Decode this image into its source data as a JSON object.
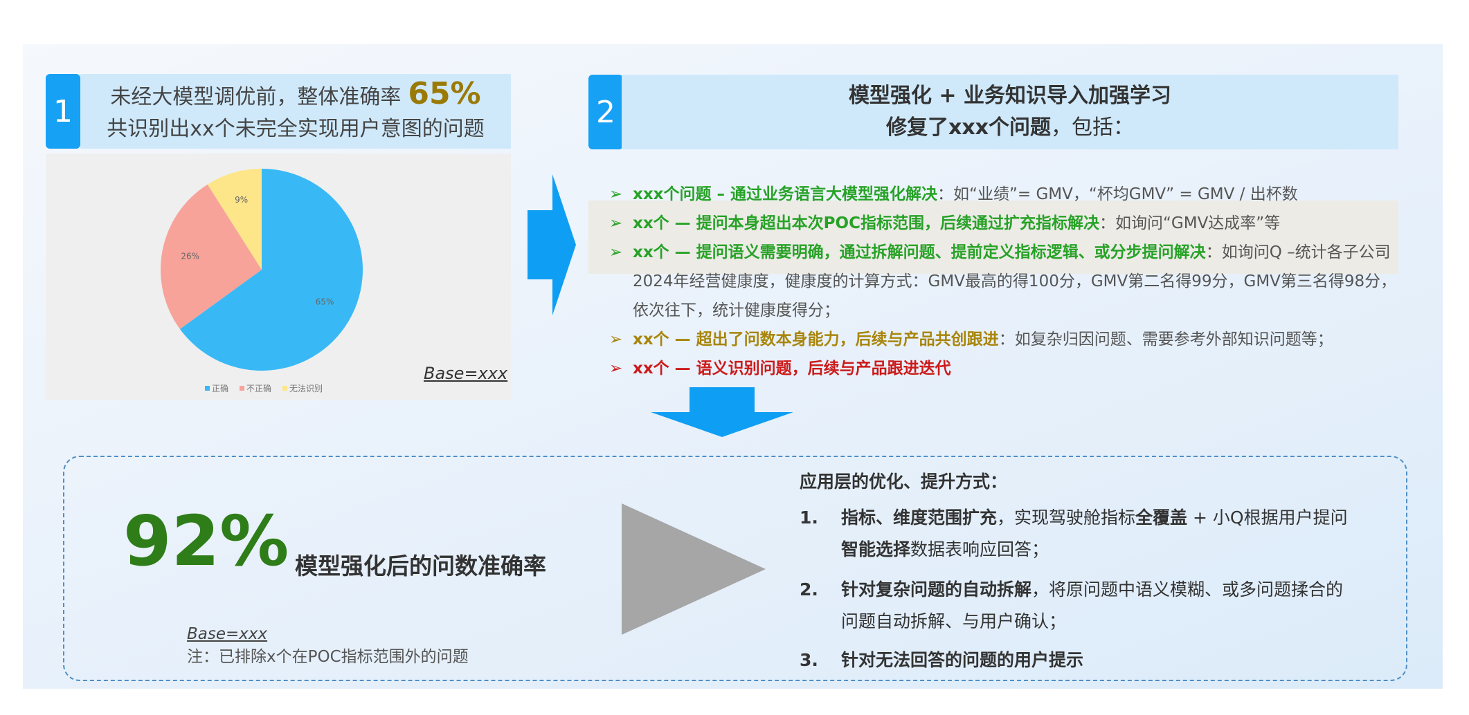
{
  "panel1": {
    "number": "1",
    "line1_prefix": "未经大模型调优前，整体准确率",
    "line1_pct": "65%",
    "line2": "共识别出xx个未完全实现用户意图的问题",
    "base": "Base=xxx"
  },
  "chart_data": {
    "type": "pie",
    "slices": [
      {
        "label": "正确",
        "value": 65,
        "display": "65%",
        "color": "#38b9f5"
      },
      {
        "label": "不正确",
        "value": 26,
        "display": "26%",
        "color": "#f7a39a"
      },
      {
        "label": "无法识别",
        "value": 9,
        "display": "9%",
        "color": "#fde58a"
      }
    ],
    "legend_position": "bottom"
  },
  "panel2": {
    "number": "2",
    "title1": "模型强化 + 业务知识导入加强学习",
    "title2_bold": "修复了xxx个问题",
    "title2_rest": "，包括：",
    "bullets": [
      {
        "bold": "xxx个问题 – 通过业务语言大模型强化解决",
        "rest": "：如“业绩”= GMV，“杯均GMV” = GMV / 出杯数",
        "color": "#27a227"
      },
      {
        "bold": "xx个 — 提问本身超出本次POC指标范围，后续通过扩充指标解决",
        "rest": "：如询问“GMV达成率”等",
        "color": "#27a227"
      },
      {
        "bold": "xx个 — 提问语义需要明确，通过拆解问题、提前定义指标逻辑、或分步提问解决",
        "rest": "：如询问Q –统计各子公司2024年经营健康度，健康度的计算方式：GMV最高的得100分，GMV第二名得99分，GMV第三名得98分，依次往下，统计健康度得分；",
        "color": "#27a227"
      },
      {
        "bold": "xx个 — 超出了问数本身能力，后续与产品共创跟进",
        "rest": "：如复杂归因问题、需要参考外部知识问题等；",
        "color": "#a8850a"
      },
      {
        "bold": "xx个 — 语义识别问题，后续与产品跟进迭代",
        "rest": "",
        "color": "#cc1a1a"
      }
    ]
  },
  "bottom": {
    "accuracy": "92%",
    "caption": "模型强化后的问数准确率",
    "base": "Base=xxx",
    "note": "注：已排除x个在POC指标范围外的问题",
    "opt_title": "应用层的优化、提升方式：",
    "opt1_num": "1.",
    "opt1_a": "指标、维度范围扩充",
    "opt1_b": "，实现驾驶舱指标",
    "opt1_c": "全覆盖",
    "opt1_d": " + 小Q根据用户提问",
    "opt1_e": "智能选择",
    "opt1_f": "数据表响应回答；",
    "opt2_num": "2.",
    "opt2_a": "针对复杂问题的自动拆解",
    "opt2_b": "，将原问题中语义模糊、或多问题揉合的问题自动拆解、与用户确认；",
    "opt3_num": "3.",
    "opt3_a": "针对无法回答的问题的用户提示"
  },
  "colors": {
    "tab_blue": "#16a1f5",
    "header_bg": "#cfe9fb",
    "accuracy_green": "#2e7d19"
  }
}
